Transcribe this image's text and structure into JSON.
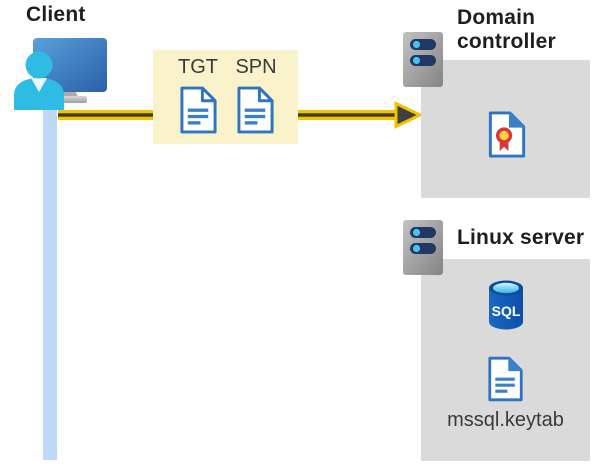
{
  "nodes": {
    "client": {
      "label": "Client"
    },
    "credentials": {
      "tgt_label": "TGT",
      "spn_label": "SPN"
    },
    "domain_controller": {
      "label": "Domain controller"
    },
    "linux_server": {
      "label": "Linux server",
      "sql_label": "SQL",
      "keytab_label": "mssql.keytab"
    }
  },
  "icons": {
    "client": "person-at-monitor-icon",
    "server": "rack-server-icon",
    "ticket_documents": "document-icon",
    "certificate": "certificate-icon",
    "database": "sql-database-icon",
    "flow": "yellow-right-arrow"
  },
  "colors": {
    "highlight_box_yellow": "#faf2cb",
    "node_box_gray": "#dadada",
    "arrow_yellow": "#f2c400",
    "arrow_core_dark": "#3e3d2b",
    "arrowhead_gray": "#404040",
    "timeline_blue": "#bed9f7",
    "monitor_blue_start": "#58a1db",
    "monitor_blue_end": "#2a5fa8",
    "person_cyan": "#2fbce4",
    "document_border_blue": "#2e74c0",
    "sql_body_blue": "#1159b4",
    "sql_top_cyan": "#2fb7e8",
    "certificate_red": "#d8383c",
    "certificate_gold": "#ffd23b",
    "server_slot_navy": "#203864",
    "server_dot_cyan": "#49c3ea",
    "heading_text": "#1f1f1f",
    "body_text": "#3a3a3a"
  }
}
